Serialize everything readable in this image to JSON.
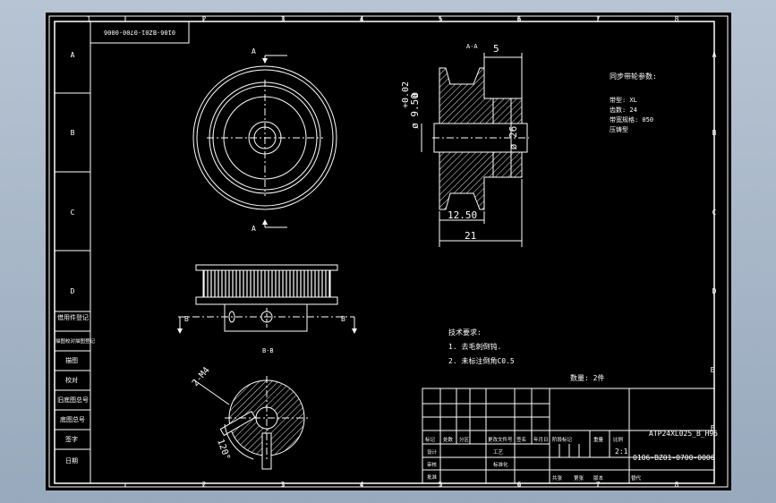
{
  "sheet": {
    "colors": {
      "background": "#000000",
      "line": "#ffffff",
      "viewport": "#a7b6c8"
    },
    "zone_cols": [
      "1",
      "2",
      "3",
      "4",
      "5",
      "6",
      "7",
      "8"
    ],
    "zone_rows": [
      "A",
      "B",
      "C",
      "D",
      "E",
      "F"
    ],
    "drawing_code_mirrored": "0106-BZ01-0700-0006",
    "left_panel_labels": [
      "借用件登记",
      "描图校对描图登记",
      "描图",
      "校对",
      "旧底图总号",
      "底图总号",
      "签字",
      "日期"
    ]
  },
  "views": {
    "section_arrow_a": "A",
    "section_label_aa": "A-A",
    "section_arrow_b": "B",
    "section_label_bb": "B-B",
    "dim_flange_thk": "5",
    "dim_bore_tol": "+0.02\n0",
    "dim_bore": "ø 9.50",
    "dim_hub": "ø 26",
    "dim_inner_width": "12.50",
    "dim_width": "21",
    "dim_tap": "2-M4",
    "dim_angle": "120°"
  },
  "tooth_params": {
    "title": "同步带轮参数:",
    "lines": [
      "带型: XL",
      "齿数: 24",
      "带宽规格: 050",
      "压铸型"
    ]
  },
  "tech_req": {
    "title": "技术要求:",
    "lines": [
      "1. 去毛刺倒钝.",
      "2. 未标注倒角C0.5"
    ]
  },
  "quantity": "数量: 2件",
  "title_block": {
    "row_labels": [
      "标记",
      "处数",
      "分区",
      "更改文件号",
      "签名",
      "年月日"
    ],
    "left_rows": [
      "设计",
      "审核",
      "工艺",
      "标准化",
      "批准"
    ],
    "stage_header": [
      "阶段标记",
      "重量",
      "比例"
    ],
    "scale": "2:1",
    "part_name": "ATP24XL025_B_H95",
    "drawing_code": "0106-BZ01-0700-0006",
    "bottom_row": [
      "共张",
      "第张",
      "版本",
      "替代"
    ]
  }
}
